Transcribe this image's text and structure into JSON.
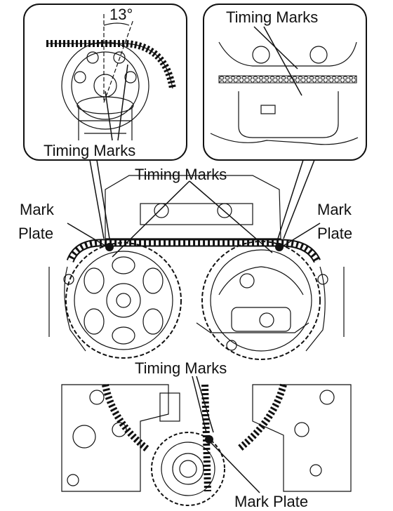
{
  "diagram": {
    "labels": {
      "angle": "13°",
      "left_inset_marks": "Timing Marks",
      "right_inset_marks": "Timing Marks",
      "upper_marks": "Timing Marks",
      "lower_marks": "Timing Marks",
      "left_mark_plate_line1": "Mark",
      "left_mark_plate_line2": "Plate",
      "right_mark_plate_line1": "Mark",
      "right_mark_plate_line2": "Plate",
      "bottom_mark_plate": "Mark Plate"
    }
  }
}
